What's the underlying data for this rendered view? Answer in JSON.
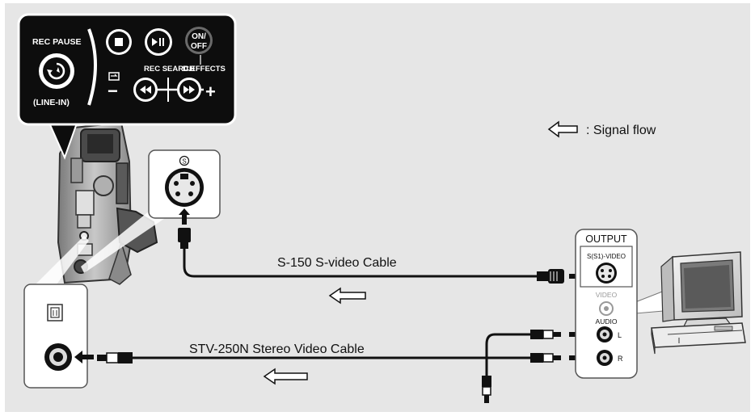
{
  "colors": {
    "background": "#e6e6e6",
    "panel": "#0d0d0d",
    "cable": "#111111",
    "white": "#ffffff"
  },
  "control_panel": {
    "rec_pause_label": "REC PAUSE",
    "line_in_label": "(LINE-IN)",
    "on_off_top": "ON/",
    "on_off_bottom": "OFF",
    "rec_search_label": "REC SEARCH",
    "d_effects_label": "D.EFFECTS",
    "minus_label": "−",
    "plus_label": "+",
    "stop_icon": "stop-icon",
    "play_pause_icon": "play-pause-icon",
    "rewind_icon": "rewind-icon",
    "fast_forward_icon": "fast-forward-icon"
  },
  "legend": {
    "text": ": Signal flow",
    "icon": "hollow-arrow-left-icon"
  },
  "camera_jack": {
    "s_symbol": "S"
  },
  "output_panel": {
    "title": "OUTPUT",
    "svideo_label": "S(S1)-VIDEO",
    "video_label": "VIDEO",
    "audio_label": "AUDIO",
    "left_label": "L",
    "right_label": "R"
  },
  "cables": {
    "svideo_cable": "S-150 S-video Cable",
    "av_cable": "STV-250N Stereo Video Cable"
  }
}
